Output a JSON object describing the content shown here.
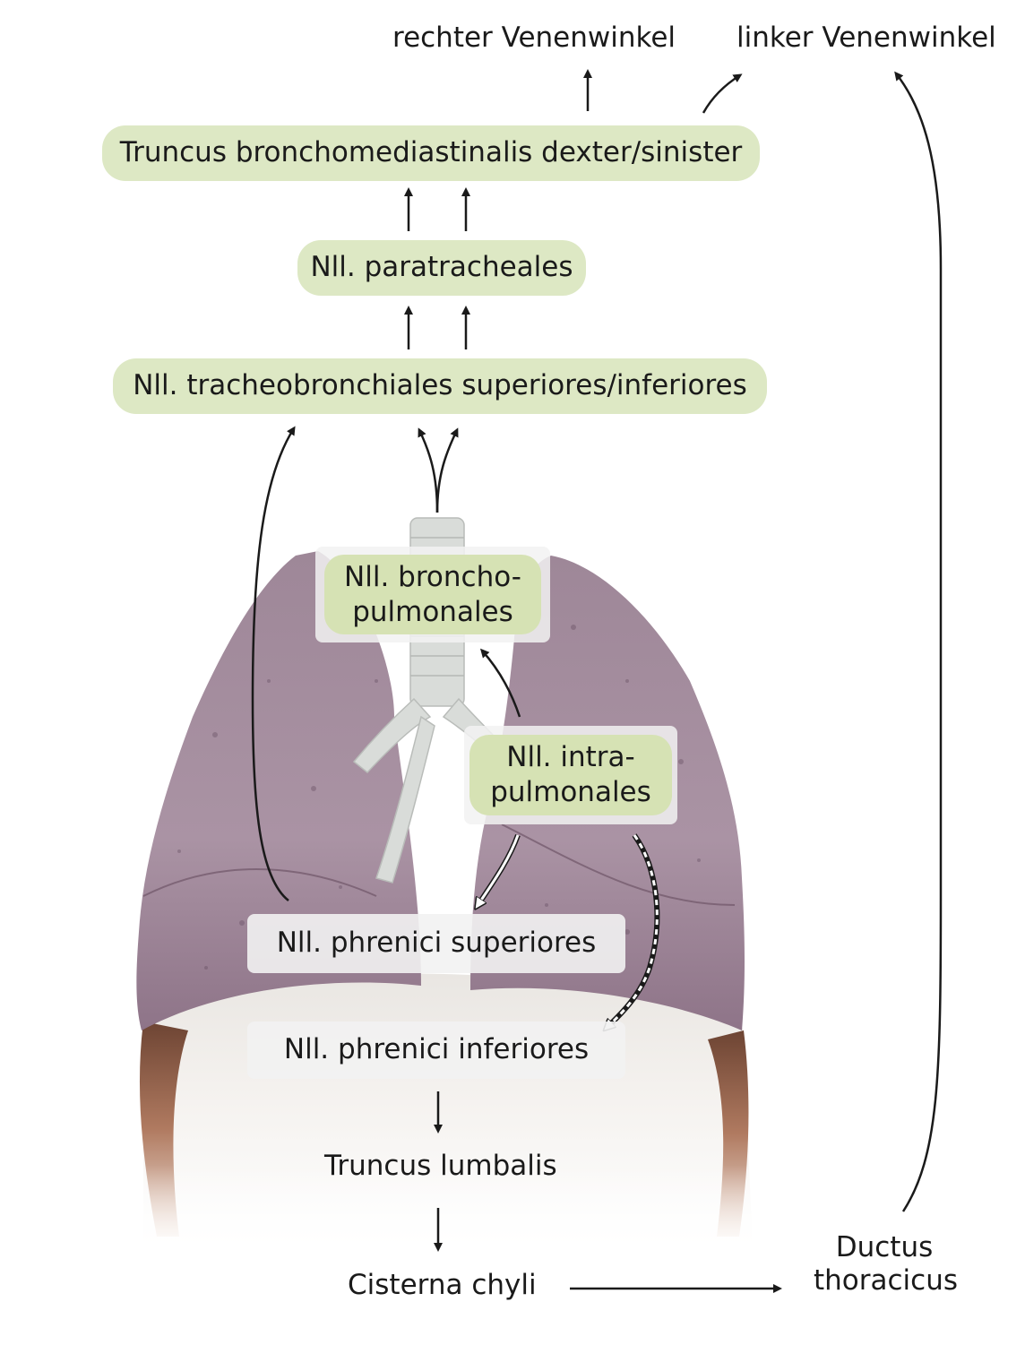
{
  "outlets": {
    "right_angle": "rechter Venenwinkel",
    "left_angle": "linker Venenwinkel"
  },
  "nodes": {
    "truncus_broncho": "Truncus bronchomediastinalis dexter/sinister",
    "paratracheales": "Nll. paratracheales",
    "tracheobronchiales": "Nll. tracheobronchiales superiores/inferiores",
    "bronchopulmonales_line1": "Nll. broncho-",
    "bronchopulmonales_line2": "pulmonales",
    "intrapulmonales_line1": "Nll. intra-",
    "intrapulmonales_line2": "pulmonales",
    "phrenici_sup": "Nll. phrenici superiores",
    "phrenici_inf": "Nll. phrenici inferiores"
  },
  "lower": {
    "truncus_lumbalis": "Truncus lumbalis",
    "cisterna": "Cisterna chyli",
    "ductus_line1": "Ductus",
    "ductus_line2": "thoracicus"
  },
  "colors": {
    "pill_green": "#dde8c4",
    "lung_purple": "#a88fa2",
    "lung_shadow": "#7e6478",
    "trachea_gray": "#d6d9d6",
    "diaphragm_brown": "#8a5a45",
    "arrow": "#1a1a1a"
  }
}
